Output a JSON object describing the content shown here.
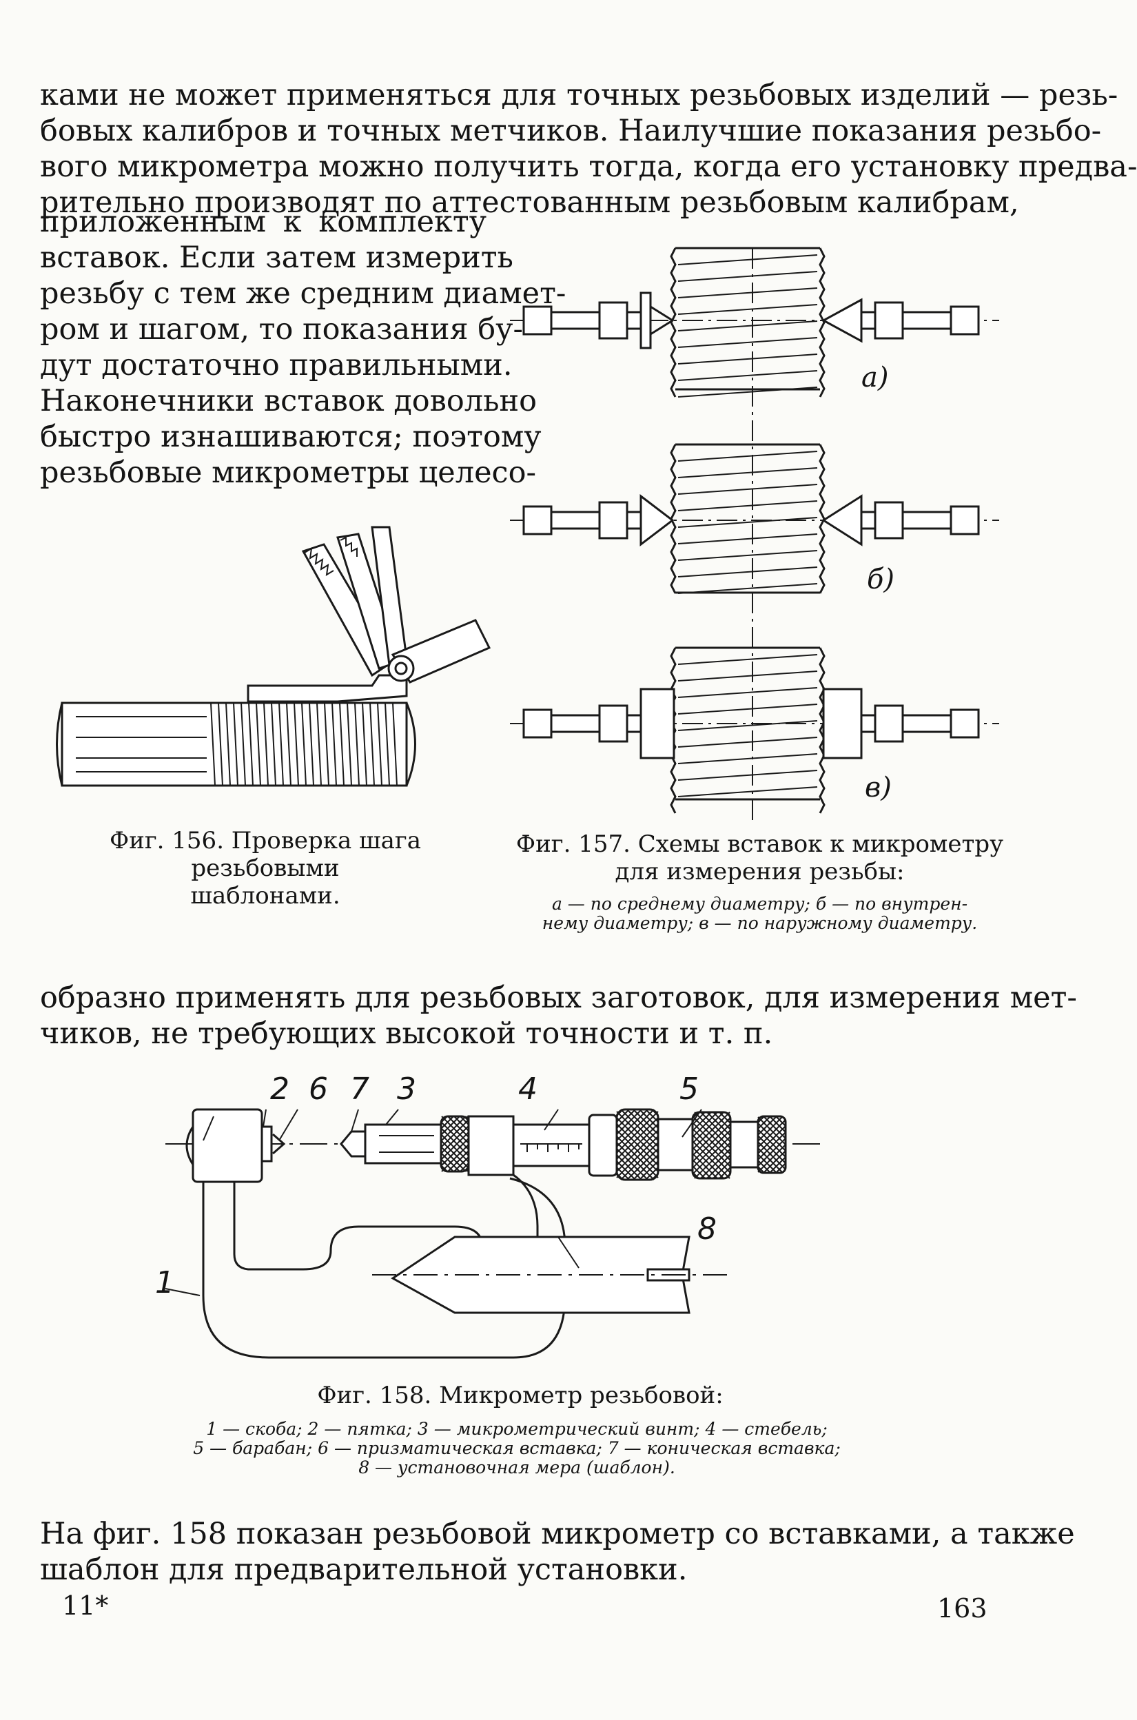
{
  "para1_lines": [
    "ками не может применяться для точных резьбовых изделий — резь-",
    "бовых калибров и точных метчиков. Наилучшие показания резьбо-",
    "вого микрометра можно получить тогда, когда его установку предва-",
    "рительно производят по аттестованным резьбовым калибрам,"
  ],
  "para2_lines": [
    "приложенным к комплекту",
    "вставок. Если затем измерить",
    "резьбу с тем же средним диамет-",
    "ром и шагом, то показания бу-",
    "дут достаточно правильными.",
    "Наконечники вставок довольно",
    "быстро изнашиваются; поэтому",
    "резьбовые микрометры целесо-"
  ],
  "fig156": {
    "caption_line1": "Фиг. 156. Проверка шага резьбовыми",
    "caption_line2": "шаблонами."
  },
  "fig157": {
    "labels": [
      "а)",
      "б)",
      "в)"
    ],
    "caption_line1": "Фиг. 157. Схемы вставок к микрометру",
    "caption_line2": "для измерения резьбы:",
    "legend_line1": "а — по среднему диаметру; б — по внутрен-",
    "legend_line2": "нему диаметру; в — по наружному диаметру."
  },
  "para3_lines": [
    "образно применять для резьбовых заготовок, для измерения мет-",
    "чиков, не требующих высокой точности и т. п."
  ],
  "fig158": {
    "callouts": [
      "2",
      "6",
      "7",
      "3",
      "4",
      "5",
      "8",
      "1"
    ],
    "caption": "Фиг. 158. Микрометр резьбовой:",
    "legend_line1": "1 — скоба; 2 — пятка; 3 — микрометрический винт; 4 — стебель;",
    "legend_line2": "5 — барабан; 6 — призматическая вставка; 7 — коническая вставка;",
    "legend_line3": "8 — установочная мера (шаблон)."
  },
  "para4_lines": [
    "На фиг. 158 показан резьбовой микрометр со вставками, а также",
    "шаблон для предварительной установки."
  ],
  "footer": {
    "signature": "11*",
    "page_number": "163"
  }
}
